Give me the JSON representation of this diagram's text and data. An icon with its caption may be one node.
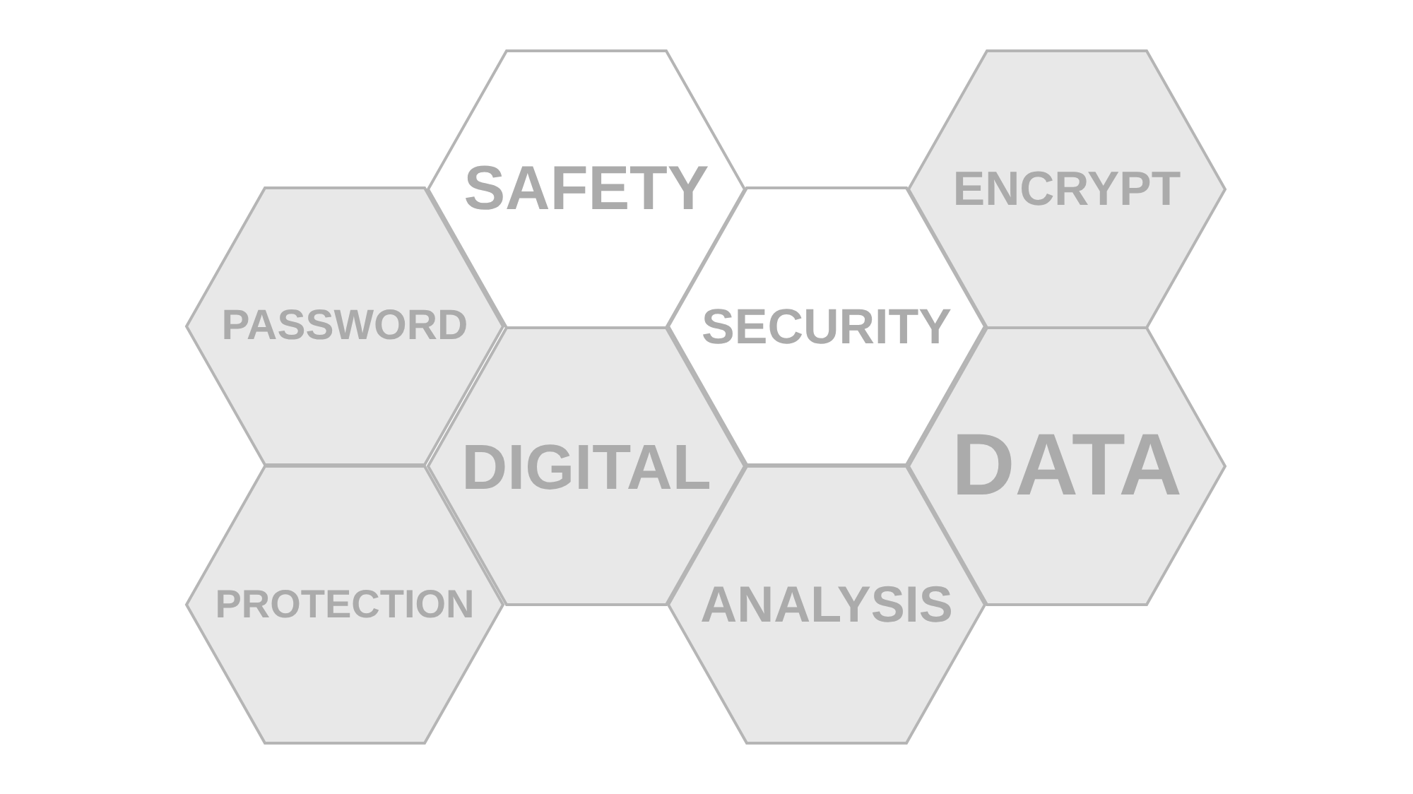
{
  "diagram": {
    "nodes": [
      {
        "text": [
          "SAFETY"
        ]
      },
      {
        "text": [
          "ENCRYPT"
        ]
      },
      {
        "text": [
          "PASSWORD"
        ]
      },
      {
        "text": [
          "SECURITY"
        ]
      },
      {
        "text": [
          "DIGITAL"
        ]
      },
      {
        "text": [
          "DATA"
        ]
      },
      {
        "text": [
          "PROTECTION"
        ]
      },
      {
        "text": [
          "ANALYSIS"
        ]
      }
    ]
  }
}
